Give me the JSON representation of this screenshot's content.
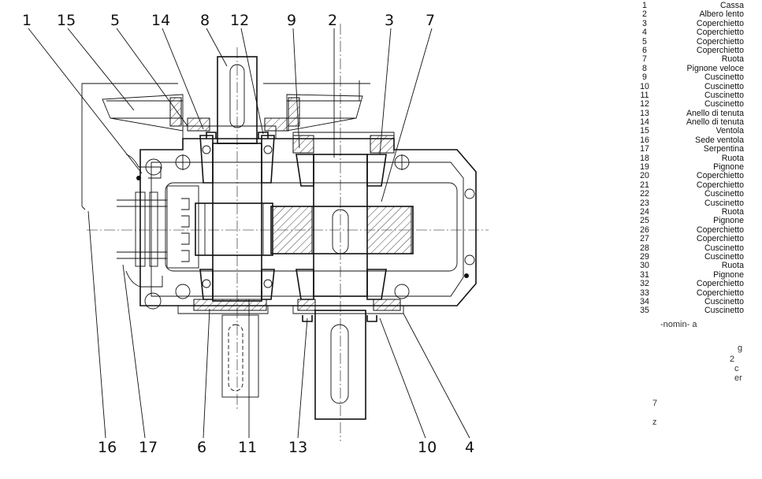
{
  "callouts": {
    "top": [
      "1",
      "15",
      "5",
      "14",
      "8",
      "12",
      "9",
      "2",
      "3",
      "7"
    ],
    "bottom": [
      "16",
      "17",
      "6",
      "11",
      "13",
      "10",
      "4"
    ]
  },
  "parts_list": [
    {
      "n": "1",
      "name": "Cassa"
    },
    {
      "n": "2",
      "name": "Albero lento"
    },
    {
      "n": "3",
      "name": "Coperchietto"
    },
    {
      "n": "4",
      "name": "Coperchietto"
    },
    {
      "n": "5",
      "name": "Coperchietto"
    },
    {
      "n": "6",
      "name": "Coperchietto"
    },
    {
      "n": "7",
      "name": "Ruota"
    },
    {
      "n": "8",
      "name": "Pignone veloce"
    },
    {
      "n": "9",
      "name": "Cuscinetto"
    },
    {
      "n": "10",
      "name": "Cuscinetto"
    },
    {
      "n": "11",
      "name": "Cuscinetto"
    },
    {
      "n": "12",
      "name": "Cuscinetto"
    },
    {
      "n": "13",
      "name": "Anello di tenuta"
    },
    {
      "n": "14",
      "name": "Anello di tenuta"
    },
    {
      "n": "15",
      "name": "Ventola"
    },
    {
      "n": "16",
      "name": "Sede ventola"
    },
    {
      "n": "17",
      "name": "Serpentina"
    },
    {
      "n": "18",
      "name": "Ruota"
    },
    {
      "n": "19",
      "name": "Pignone"
    },
    {
      "n": "20",
      "name": "Coperchietto"
    },
    {
      "n": "21",
      "name": "Coperchietto"
    },
    {
      "n": "22",
      "name": "Cuscinetto"
    },
    {
      "n": "23",
      "name": "Cuscinetto"
    },
    {
      "n": "24",
      "name": "Ruota"
    },
    {
      "n": "25",
      "name": "Pignone"
    },
    {
      "n": "26",
      "name": "Coperchietto"
    },
    {
      "n": "27",
      "name": "Coperchietto"
    },
    {
      "n": "28",
      "name": "Cuscinetto"
    },
    {
      "n": "29",
      "name": "Cuscinetto"
    },
    {
      "n": "30",
      "name": "Ruota"
    },
    {
      "n": "31",
      "name": "Pignone"
    },
    {
      "n": "32",
      "name": "Coperchietto"
    },
    {
      "n": "33",
      "name": "Coperchietto"
    },
    {
      "n": "34",
      "name": "Cuscinetto"
    },
    {
      "n": "35",
      "name": "Cuscinetto"
    }
  ],
  "scan_fragment": {
    "heading": "-nomin- a",
    "marks": [
      "g",
      "2",
      "c",
      "er",
      "7",
      "z"
    ]
  }
}
